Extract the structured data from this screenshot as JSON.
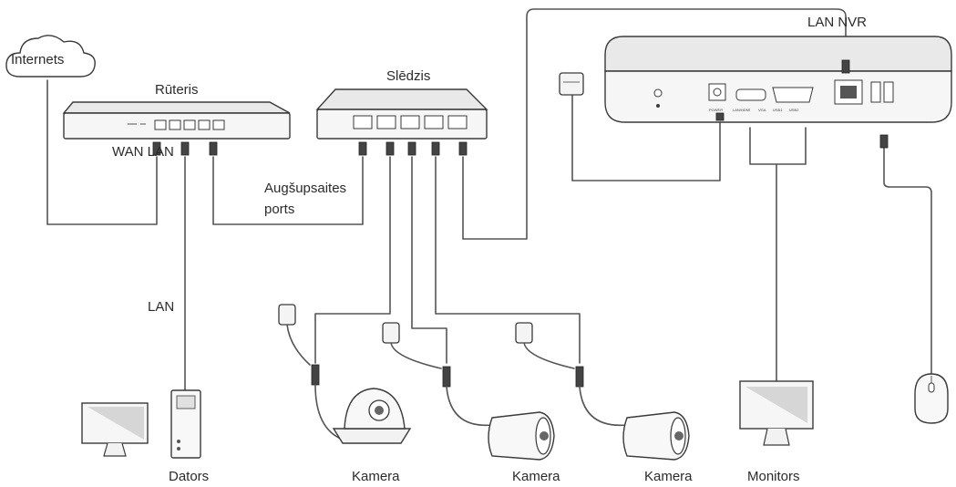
{
  "labels": {
    "internet": "Internets",
    "router": "Rūteris",
    "switch": "Slēdzis",
    "wan_lan": "WAN LAN",
    "uplink_line1": "Augšupsaites",
    "uplink_line2": "ports",
    "lan_pc": "LAN",
    "lan_nvr": "LAN NVR",
    "computer": "Dators",
    "camera_1": "Kamera",
    "camera_2": "Kamera",
    "camera_3": "Kamera",
    "monitor": "Monitors"
  },
  "nvr_panel_labels": [
    "POWER",
    "LAN/HDMI",
    "VGA",
    "USB1",
    "USB2"
  ]
}
